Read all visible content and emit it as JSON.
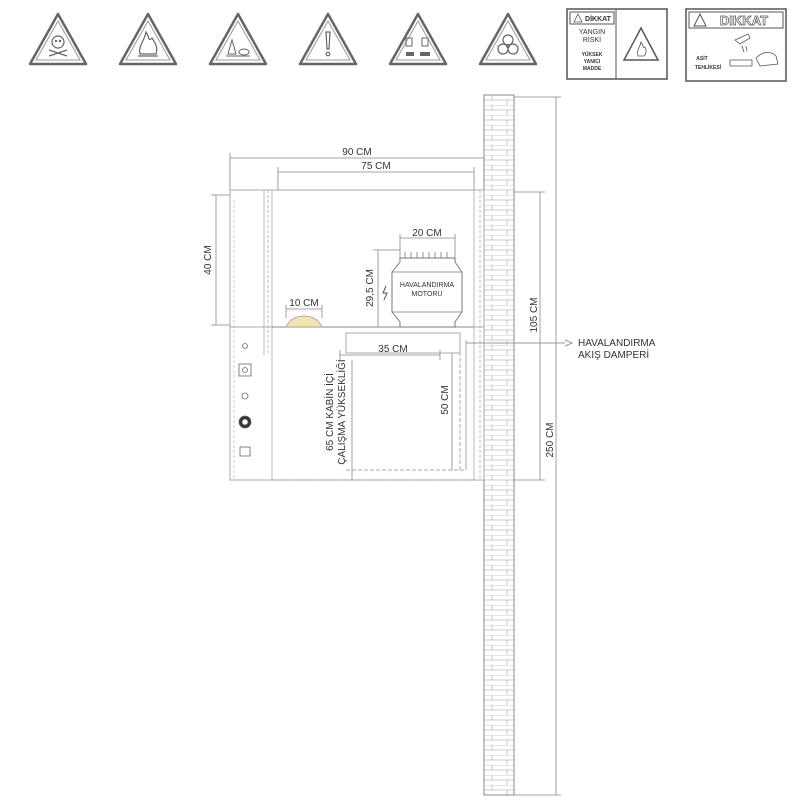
{
  "warning_icons": [
    {
      "name": "toxic-skull-icon"
    },
    {
      "name": "flammable-flame-icon"
    },
    {
      "name": "environmental-hazard-icon"
    },
    {
      "name": "general-warning-exclamation-icon"
    },
    {
      "name": "corrosive-icon"
    },
    {
      "name": "biohazard-icon"
    }
  ],
  "sign_fire": {
    "header": "DİKKAT",
    "line1": "YANGIN",
    "line2": "RİSKİ",
    "line3": "YÜKSEK",
    "line4": "YANICI",
    "line5": "MADDE"
  },
  "sign_acid": {
    "header": "DIKKAT",
    "line1": "ASİT",
    "line2": "TEHLİKESİ"
  },
  "dimensions": {
    "width_outer": "90 CM",
    "width_inner": "75 CM",
    "upper_height": "40 CM",
    "motor_width": "20 CM",
    "motor_height": "29,5 CM",
    "lamp_width": "10 CM",
    "shelf_depth": "35 CM",
    "inner_height": "50 CM",
    "wall_upper": "105 CM",
    "wall_total": "250 CM"
  },
  "labels": {
    "motor_line1": "HAVALANDIRMA",
    "motor_line2": "MOTORU",
    "work_height_line1": "65 CM KABİN İÇİ",
    "work_height_line2": "ÇALIŞMA YÜKSEKLİĞİ",
    "damper_line1": "HAVALANDIRMA",
    "damper_line2": "AKIŞ DAMPERİ"
  }
}
